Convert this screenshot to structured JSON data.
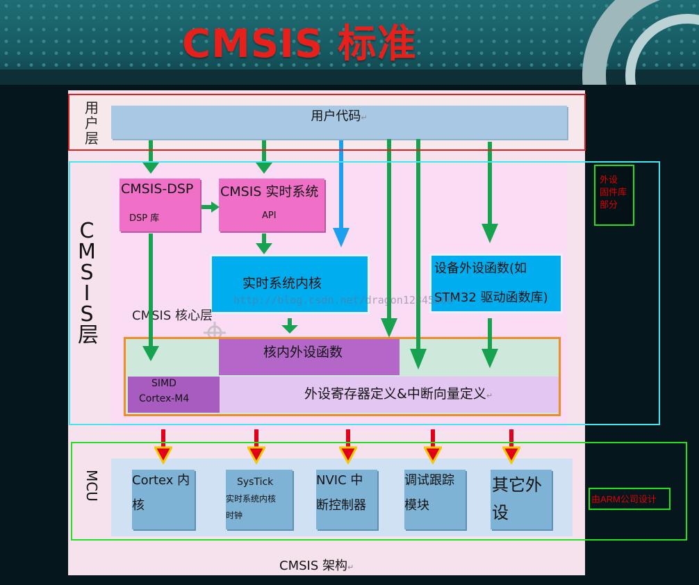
{
  "title": "CMSIS 标准",
  "user_layer": {
    "label": "用户层",
    "code_box": "用户代码"
  },
  "cmsis_layer": {
    "label": "CMSIS 层",
    "core_label": "CMSIS 核心层",
    "dsp": {
      "title": "CMSIS-DSP",
      "sub": "DSP 库"
    },
    "rtos": {
      "title": "CMSIS 实时系统",
      "sub": "API"
    },
    "rt_kernel": "实时系统内核",
    "device_funcs": {
      "line1": "设备外设函数(如",
      "line2": "STM32 驱动函数库)"
    },
    "core_periph": "核内外设函数",
    "simd": {
      "line1": "SIMD",
      "line2": "Cortex-M4"
    },
    "periph_reg": "外设寄存器定义&中断向量定义"
  },
  "mcu": {
    "label": "MCU",
    "boxes": [
      {
        "line1": "Cortex 内",
        "line2": "核"
      },
      {
        "line1": "SysTick",
        "line2": "实时系统内核",
        "line3": "时钟"
      },
      {
        "line1": "NVIC 中",
        "line2": "断控制器"
      },
      {
        "line1": "调试跟踪",
        "line2": "模块"
      },
      {
        "line1": "其它外",
        "line2": "设"
      }
    ]
  },
  "caption": "CMSIS 架构",
  "annotations": {
    "periph_lib": {
      "line1": "外设",
      "line2": "固件库",
      "line3": "部分"
    },
    "arm": "由ARM公司设计"
  },
  "watermark": "http://blog.csdn.net/dragon12345666",
  "colors": {
    "title_red": "#e8201c",
    "arrow_green": "#16a24e",
    "arrow_blue": "#1ba0f0",
    "pink": "#f070c8",
    "cyan": "#00aef0",
    "purple": "#b77ad3",
    "lavender": "#e3c6f2",
    "mcu_blue": "#7fb3d6",
    "annotation_red": "#e00000",
    "annotation_cyan": "#40e8f0",
    "annotation_green": "#22e022"
  }
}
